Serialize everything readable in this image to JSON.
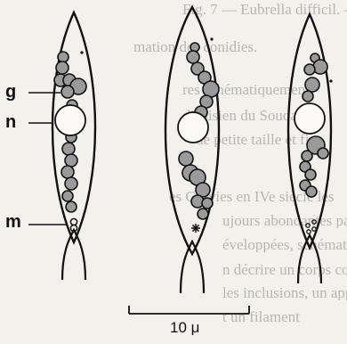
{
  "background_text": [
    "Fig. 7 — Eubrella difficil. —",
    "mation des conidies.",
    "res schématiquement",
    "l'anisien du Soudane",
    "de petite taille et fin",
    "es Corvies en IVe siècle les",
    "ujours abondantes parmi",
    "éveloppées, schématiquement",
    "n décrire un corps contenant",
    "les inclusions, un appendice",
    "t un filament"
  ],
  "labels": {
    "g": "g",
    "n": "n",
    "m": "m"
  },
  "scale_bar": {
    "label": "10 μ"
  }
}
